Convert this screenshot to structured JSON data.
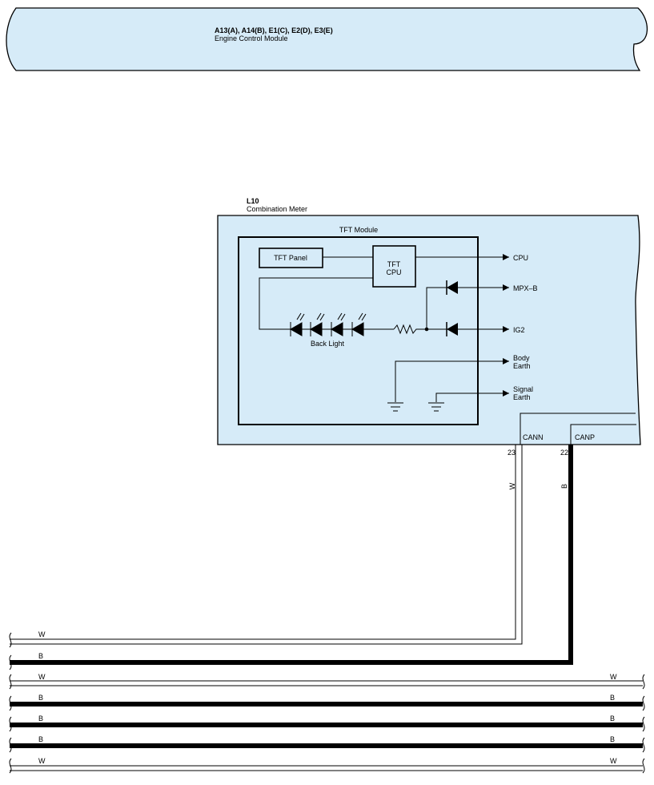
{
  "ecm": {
    "connectors": "A13(A), A14(B), E1(C), E2(D), E3(E)",
    "name": "Engine Control Module"
  },
  "meter": {
    "code": "L10",
    "name": "Combination Meter",
    "tft_module": "TFT Module",
    "tft_panel": "TFT Panel",
    "tft_cpu_line1": "TFT",
    "tft_cpu_line2": "CPU",
    "back_light": "Back Light",
    "outputs": {
      "cpu": "CPU",
      "mpx_b": "MPX–B",
      "ig2": "IG2",
      "body_earth_1": "Body",
      "body_earth_2": "Earth",
      "signal_earth_1": "Signal",
      "signal_earth_2": "Earth"
    },
    "cann": {
      "label": "CANN",
      "pin": "23",
      "wire": "W"
    },
    "canp": {
      "label": "CANP",
      "pin": "22",
      "wire": "B"
    }
  },
  "harness": {
    "row1_left": "W",
    "row2_left": "B",
    "row3_left": "W",
    "row3_right": "W",
    "row4_left": "B",
    "row4_right": "B",
    "row5_left": "B",
    "row5_right": "B",
    "row6_left": "B",
    "row6_right": "B",
    "row7_left": "W",
    "row7_right": "W"
  },
  "colors": {
    "panel_fill": "#d6ebf8",
    "line": "#000000",
    "white_wire": "#ffffff"
  }
}
